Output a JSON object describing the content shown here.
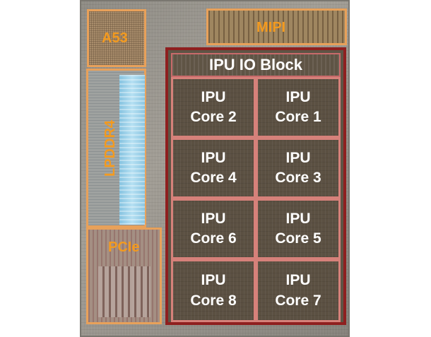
{
  "blocks": {
    "a53": "A53",
    "mipi": "MIPI",
    "lpddr4": "LPDDR4",
    "pcie": "PCIe",
    "ipu_io": "IPU IO Block"
  },
  "cores": [
    {
      "line1": "IPU",
      "line2": "Core 2"
    },
    {
      "line1": "IPU",
      "line2": "Core 1"
    },
    {
      "line1": "IPU",
      "line2": "Core 4"
    },
    {
      "line1": "IPU",
      "line2": "Core 3"
    },
    {
      "line1": "IPU",
      "line2": "Core 6"
    },
    {
      "line1": "IPU",
      "line2": "Core 5"
    },
    {
      "line1": "IPU",
      "line2": "Core 8"
    },
    {
      "line1": "IPU",
      "line2": "Core 7"
    }
  ],
  "colors": {
    "label_orange": "#f39a1f",
    "box_orange": "#e8a15a",
    "ipu_border": "#8f1f1f",
    "core_border": "#d6817a"
  }
}
